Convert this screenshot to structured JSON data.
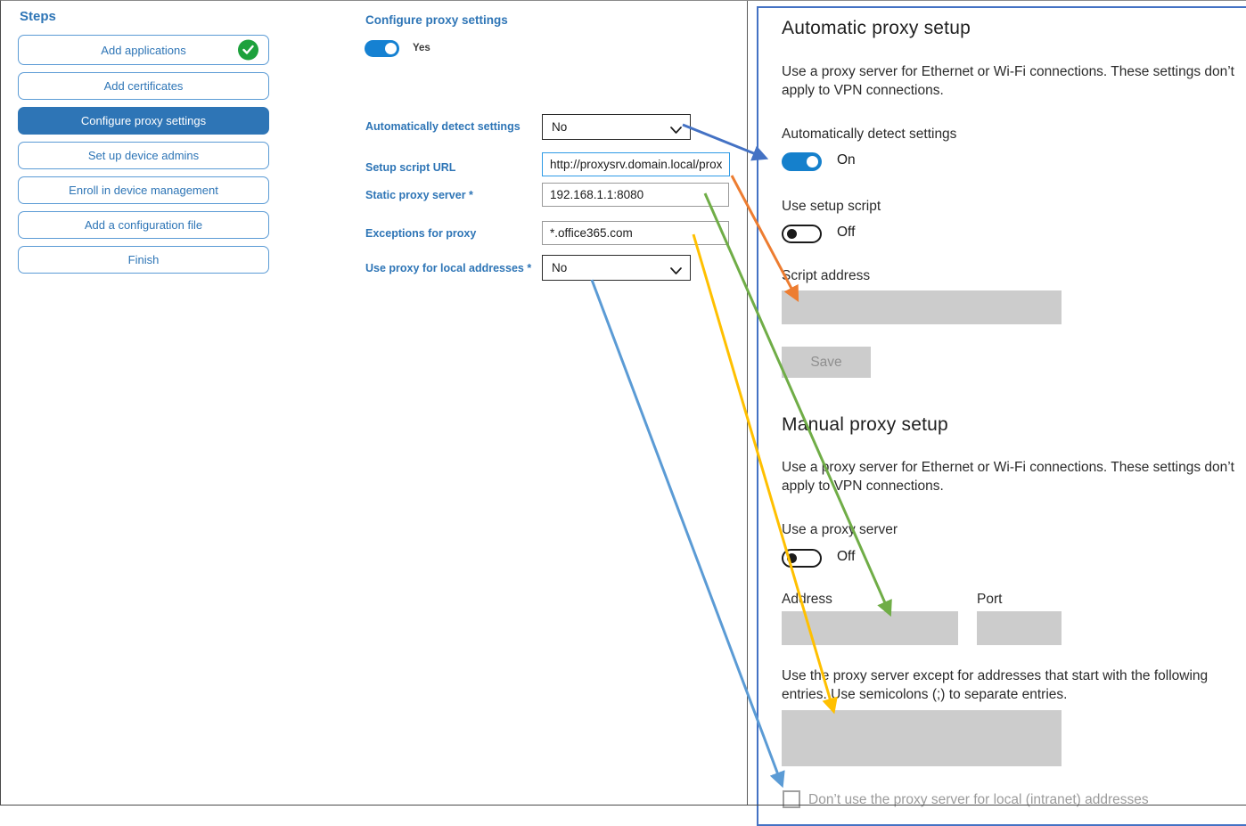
{
  "sidebar": {
    "title": "Steps",
    "items": [
      {
        "label": "Add applications",
        "completed": true,
        "selected": false
      },
      {
        "label": "Add certificates",
        "completed": false,
        "selected": false
      },
      {
        "label": "Configure proxy settings",
        "completed": false,
        "selected": true
      },
      {
        "label": "Set up device admins",
        "completed": false,
        "selected": false
      },
      {
        "label": "Enroll in device management",
        "completed": false,
        "selected": false
      },
      {
        "label": "Add a configuration file",
        "completed": false,
        "selected": false
      },
      {
        "label": "Finish",
        "completed": false,
        "selected": false
      }
    ]
  },
  "form": {
    "title": "Configure proxy settings",
    "enabled_toggle_state": "Yes",
    "fields": [
      {
        "label": "Automatically detect settings",
        "type": "select",
        "value": "No"
      },
      {
        "label": "Setup script URL",
        "type": "text",
        "value": "http://proxysrv.domain.local/proxy.pa"
      },
      {
        "label": "Static proxy server *",
        "type": "text",
        "value": "192.168.1.1:8080"
      },
      {
        "label": "Exceptions for proxy",
        "type": "text",
        "value": "*.office365.com"
      },
      {
        "label": "Use proxy for local addresses *",
        "type": "select",
        "value": "No"
      }
    ]
  },
  "settings_panel": {
    "automatic": {
      "title": "Automatic proxy setup",
      "description": "Use a proxy server for Ethernet or Wi-Fi connections. These settings don’t apply to VPN connections.",
      "detect_label": "Automatically detect settings",
      "detect_state": "On",
      "script_toggle_label": "Use setup script",
      "script_toggle_state": "Off",
      "script_address_label": "Script address",
      "save_button": "Save"
    },
    "manual": {
      "title": "Manual proxy setup",
      "description": "Use a proxy server for Ethernet or Wi-Fi connections. These settings don’t apply to VPN connections.",
      "proxy_toggle_label": "Use a proxy server",
      "proxy_toggle_state": "Off",
      "address_label": "Address",
      "port_label": "Port",
      "exceptions_text": "Use the proxy server except for addresses that start with the following entries. Use semicolons (;) to separate entries.",
      "local_checkbox_label": "Don’t use the proxy server for local (intranet) addresses"
    }
  },
  "arrows": [
    {
      "name": "automatically-detect-settings",
      "color": "#4472C4"
    },
    {
      "name": "setup-script-url",
      "color": "#ED7D31"
    },
    {
      "name": "static-proxy-server",
      "color": "#70AD47"
    },
    {
      "name": "exceptions-for-proxy",
      "color": "#FFC000"
    },
    {
      "name": "use-proxy-for-local-addresses",
      "color": "#5B9BD5"
    }
  ],
  "colors": {
    "accent_blue": "#2E75B6",
    "sidebar_border_blue": "#5B9BD5",
    "toggle_blue": "#1580CC",
    "panel_border_blue": "#4472C4",
    "completed_green": "#1DA13C",
    "disabled_gray": "#CCCCCC"
  },
  "icons": {
    "check": "check-icon",
    "chevron": "chevron-down-icon"
  }
}
